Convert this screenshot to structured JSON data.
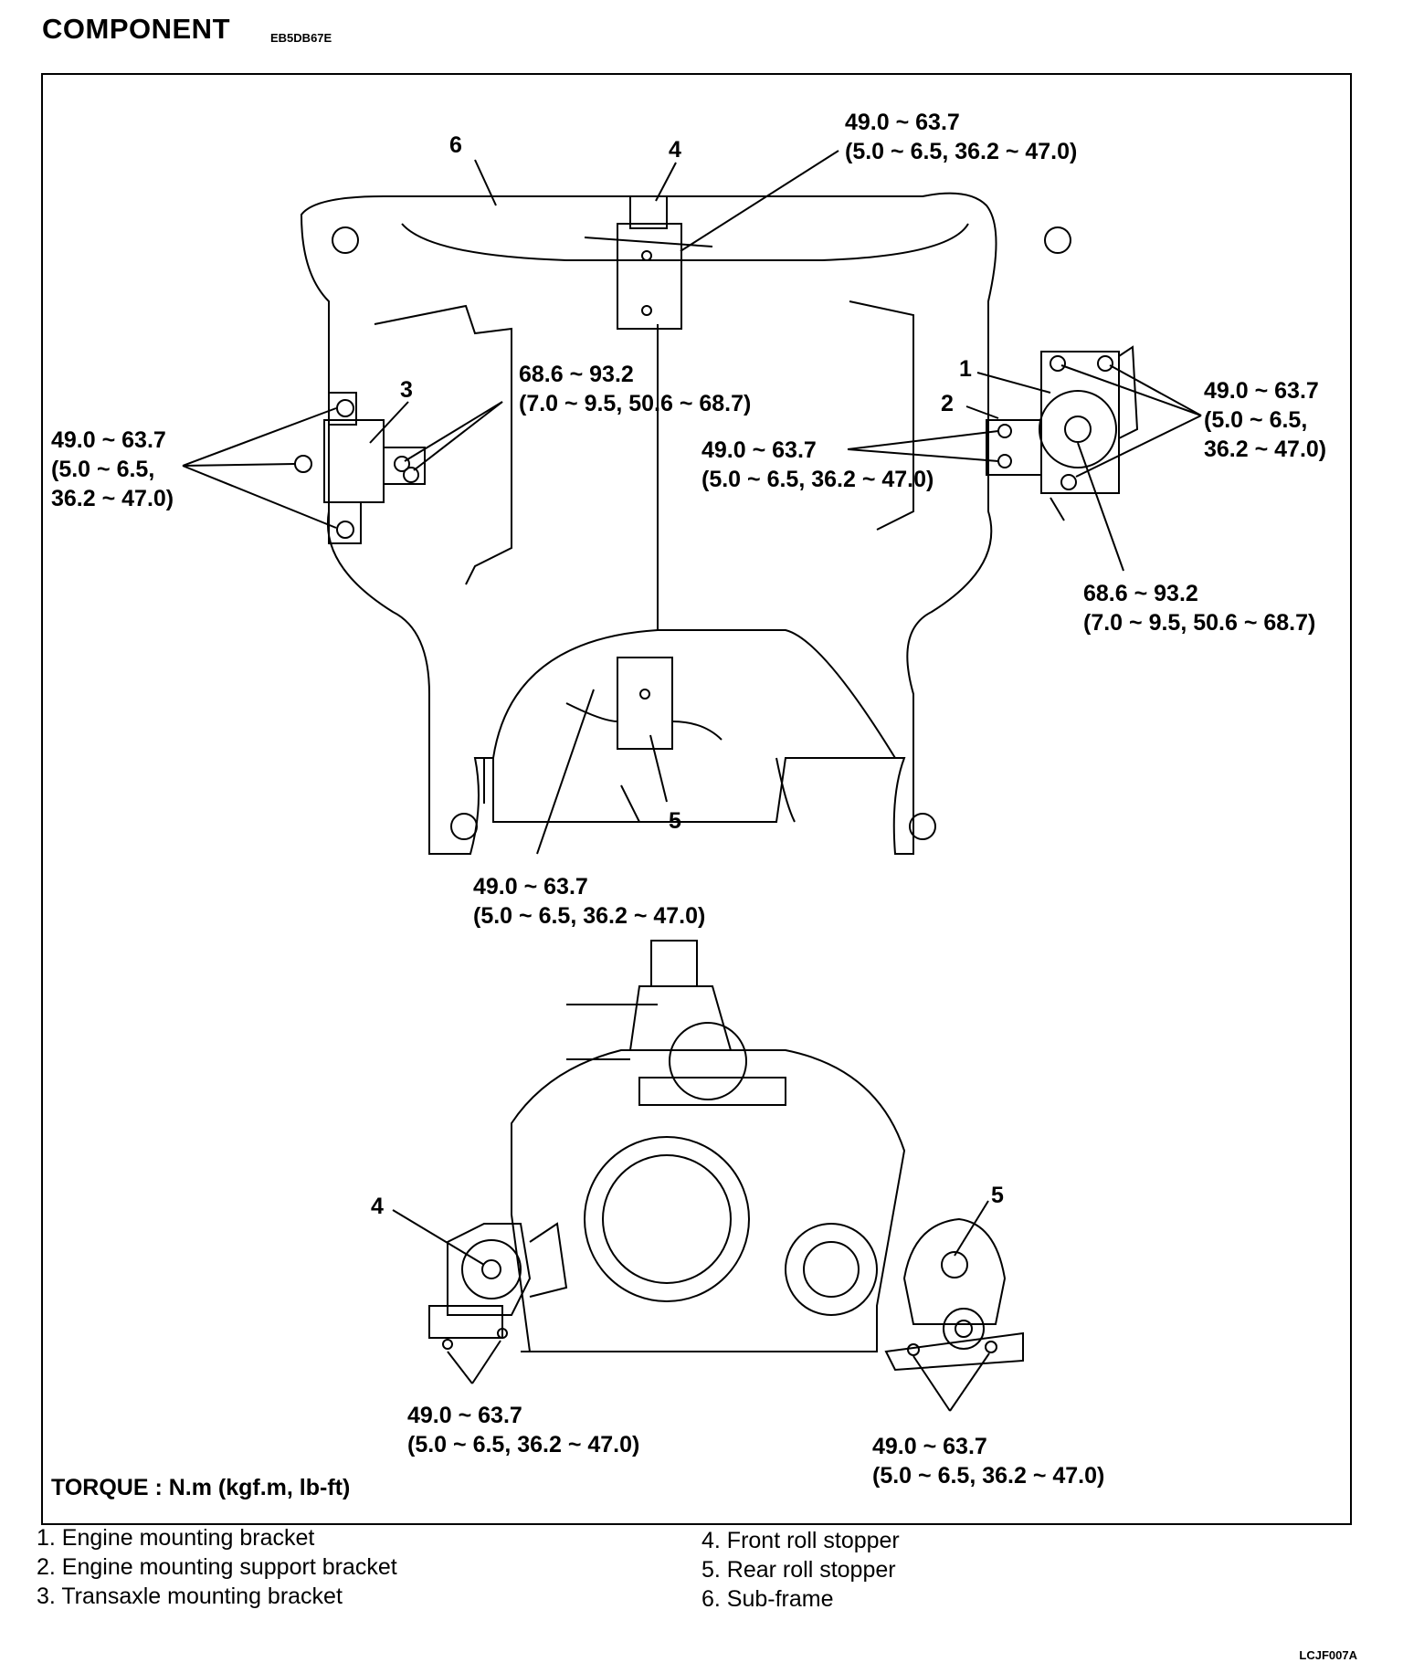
{
  "header": {
    "title": "COMPONENT",
    "code": "EB5DB67E"
  },
  "callouts": {
    "c1": "1",
    "c2": "2",
    "c3": "3",
    "c4": "4",
    "c5": "5",
    "c6": "6",
    "c4b": "4",
    "c5b": "5"
  },
  "torques": {
    "front_stopper_top": [
      "49.0 ~ 63.7",
      "(5.0 ~ 6.5, 36.2 ~ 47.0)"
    ],
    "transaxle_left": [
      "49.0 ~ 63.7",
      "(5.0 ~ 6.5,",
      "36.2 ~ 47.0)"
    ],
    "transaxle_center": [
      "68.6 ~ 93.2",
      "(7.0 ~ 9.5, 50.6 ~ 68.7)"
    ],
    "support_bracket": [
      "49.0 ~ 63.7",
      "(5.0 ~ 6.5, 36.2 ~ 47.0)"
    ],
    "engine_right": [
      "49.0 ~ 63.7",
      "(5.0 ~ 6.5,",
      "36.2 ~ 47.0)"
    ],
    "engine_bottom": [
      "68.6 ~ 93.2",
      "(7.0 ~ 9.5, 50.6 ~ 68.7)"
    ],
    "rear_stopper": [
      "49.0 ~ 63.7",
      "(5.0 ~ 6.5, 36.2 ~ 47.0)"
    ],
    "lower_left": [
      "49.0 ~ 63.7",
      "(5.0 ~ 6.5, 36.2 ~ 47.0)"
    ],
    "lower_right": [
      "49.0 ~ 63.7",
      "(5.0 ~ 6.5, 36.2 ~ 47.0)"
    ]
  },
  "torque_unit": "TORQUE : N.m (kgf.m, lb-ft)",
  "legend_left": [
    "1.  Engine mounting bracket",
    "2.  Engine mounting support bracket",
    "3.  Transaxle mounting bracket"
  ],
  "legend_right": [
    "4.  Front roll stopper",
    "5.  Rear roll stopper",
    "6.  Sub-frame"
  ],
  "figure_ref": "LCJF007A"
}
